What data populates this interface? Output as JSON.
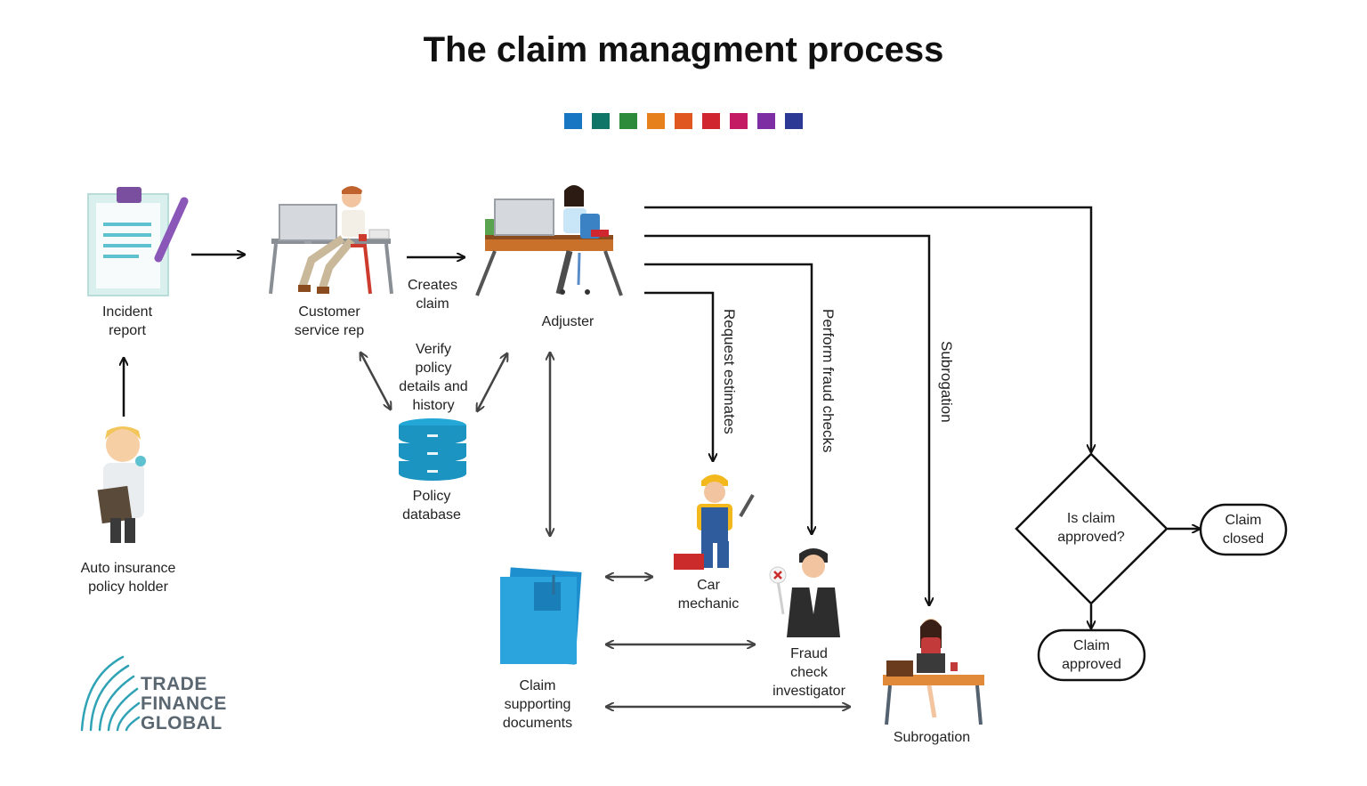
{
  "title": "The claim managment process",
  "palette": [
    "#1976c2",
    "#0f7566",
    "#2e8b3b",
    "#e6801c",
    "#e0581f",
    "#d0262f",
    "#c41a63",
    "#7d2ea3",
    "#2c3a96"
  ],
  "nodes": {
    "incident": "Incident\nreport",
    "csr": "Customer\nservice rep",
    "adjuster": "Adjuster",
    "policy_holder": "Auto insurance\npolicy holder",
    "policy_db": "Policy\ndatabase",
    "documents": "Claim\nsupporting\ndocuments",
    "mechanic": "Car\nmechanic",
    "fraud": "Fraud\ncheck\ninvestigator",
    "subrogation": "Subrogation",
    "decision": "Is claim\napproved?",
    "closed": "Claim\nclosed",
    "approved": "Claim\napproved"
  },
  "edges": {
    "creates_claim": "Creates\nclaim",
    "verify_policy": "Verify\npolicy\ndetails and\nhistory",
    "request_estimates": "Request estimates",
    "fraud_checks": "Perform fraud checks",
    "subrogation": "Subrogation"
  },
  "logo": {
    "text": "TRADE\nFINANCE\nGLOBAL"
  },
  "icons": {
    "incident": "clipboard-icon",
    "csr": "csr-desk-icon",
    "adjuster": "adjuster-desk-icon",
    "policy_holder": "person-phone-icon",
    "policy_db": "database-icon",
    "documents": "folder-icon",
    "mechanic": "mechanic-icon",
    "fraud": "investigator-icon",
    "subrogation": "subrogation-desk-icon",
    "logo": "trade-finance-logo-icon"
  }
}
